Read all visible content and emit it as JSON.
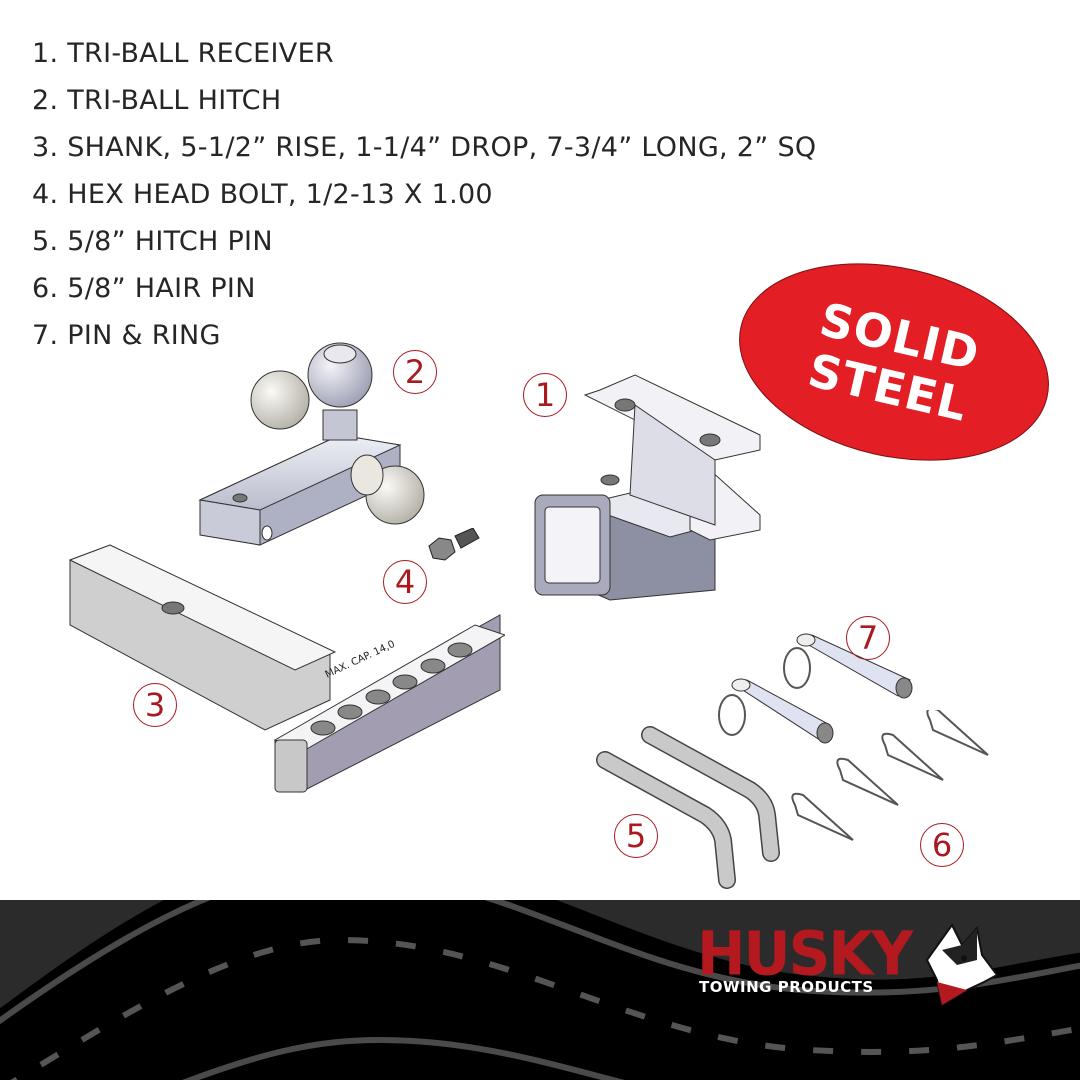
{
  "parts_list": {
    "items": [
      {
        "number": "1",
        "label": "1. TRI-BALL RECEIVER"
      },
      {
        "number": "2",
        "label": "2. TRI-BALL HITCH"
      },
      {
        "number": "3",
        "label": "3. SHANK, 5-1/2” RISE, 1-1/4” DROP, 7-3/4” LONG, 2” SQ"
      },
      {
        "number": "4",
        "label": "4. HEX HEAD BOLT, 1/2-13 X 1.00"
      },
      {
        "number": "5",
        "label": "5. 5/8” HITCH PIN"
      },
      {
        "number": "6",
        "label": "6. 5/8” HAIR PIN"
      },
      {
        "number": "7",
        "label": "7. PIN & RING"
      }
    ]
  },
  "badge": {
    "line1": "SOLID",
    "line2": "STEEL",
    "color": "#e31e24"
  },
  "callouts": {
    "c1": "1",
    "c2": "2",
    "c3": "3",
    "c4": "4",
    "c5": "5",
    "c6": "6",
    "c7": "7",
    "color": "#a81a1f"
  },
  "shank_engraving": "MAX. CAP. 14,0",
  "footer": {
    "brand": "HUSKY",
    "tagline": "TOWING PRODUCTS",
    "brand_color": "#b3191f",
    "background": "#2b2b2b"
  }
}
